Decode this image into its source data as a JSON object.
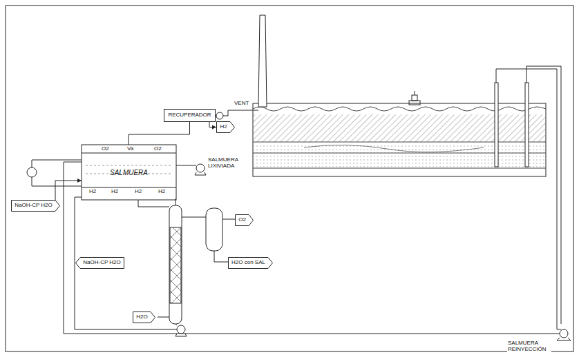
{
  "diagram": {
    "nodes": [
      {
        "text": [
          "SALMUERA"
        ]
      },
      {
        "text": [
          "RECUPERADOR"
        ]
      },
      {
        "text": [
          "H2"
        ]
      },
      {
        "text": [
          "NaOH-CP H2O"
        ]
      },
      {
        "text": [
          "NaOH-CP H2O"
        ]
      },
      {
        "text": [
          "H2O"
        ]
      },
      {
        "text": [
          "O2"
        ]
      },
      {
        "text": [
          "H2O con SAL"
        ]
      }
    ],
    "edges": [
      {
        "from": 0,
        "to": 1,
        "arrow": "none"
      },
      {
        "from": 1,
        "to": 2,
        "arrow": "to"
      },
      {
        "from": 3,
        "to": 0,
        "arrow": "to"
      }
    ],
    "labels": [
      "VENT",
      "SALMUERA LIXIVIADA",
      "SALMUERA REINYECCIÓN",
      "O2",
      "Va",
      "O2",
      "H2",
      "H2",
      "H2",
      "H2"
    ]
  }
}
